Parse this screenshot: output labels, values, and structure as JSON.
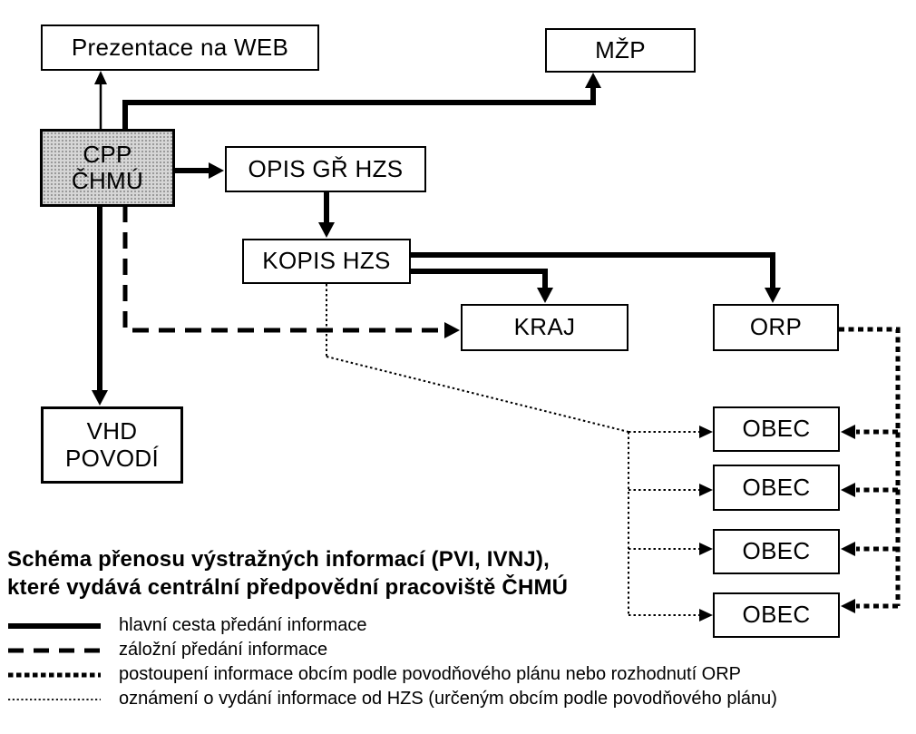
{
  "title": "Schéma přenosu výstražných informací (PVI, IVNJ),\nkteré vydává centrální předpovědní pracoviště ČHMÚ",
  "nodes": {
    "web": "Prezentace na WEB",
    "mzp": "MŽP",
    "cpp": "CPP\nČHMÚ",
    "opis": "OPIS GŘ HZS",
    "kopis": "KOPIS HZS",
    "kraj": "KRAJ",
    "orp": "ORP",
    "vhd": "VHD\nPOVODÍ",
    "obec": "OBEC"
  },
  "legend": [
    {
      "style": "solid-thick",
      "label": "hlavní cesta předání informace"
    },
    {
      "style": "dashed-thick",
      "label": "záložní předání informace"
    },
    {
      "style": "dotted-thick",
      "label": "postoupení informace obcím podle povodňového plánu nebo rozhodnutí ORP"
    },
    {
      "style": "dotted-thin",
      "label": "oznámení o vydání informace od HZS (určeným obcím podle povodňového plánu)"
    }
  ],
  "colors": {
    "line": "#000000",
    "background": "#ffffff",
    "box_fill": "#ffffff",
    "cpp_box_fill": "#d6d6d6"
  }
}
